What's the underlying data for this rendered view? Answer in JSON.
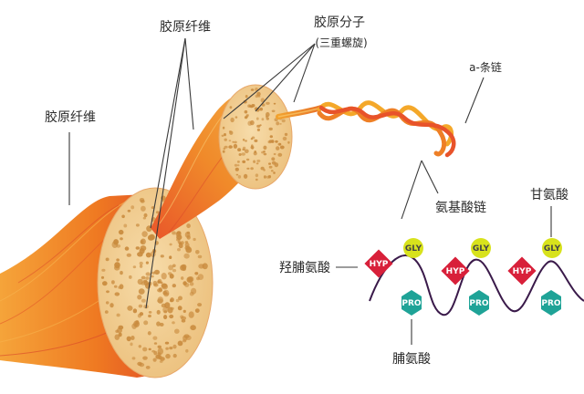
{
  "labels": {
    "fibril_top": "胶原纤维",
    "fiber_left": "胶原纤维",
    "molecule": "胶原分子",
    "triple_helix": "(三重螺旋)",
    "alpha_chain": "a-条链",
    "amino_acid_chain": "氨基酸链",
    "glycine": "甘氨酸",
    "hydroxyproline": "羟脯氨酸",
    "proline": "脯氨酸"
  },
  "badges": {
    "hyp": "HYP",
    "gly": "GLY",
    "pro": "PRO"
  },
  "colors": {
    "fiber_orange": "#f07a1e",
    "fiber_red": "#e0402a",
    "cross_section": "#f0c98a",
    "speckle": "#c98b3e",
    "hyp_red": "#d8203a",
    "gly_yellow": "#d8e21c",
    "pro_teal": "#1fa397",
    "chain_purple": "#3a1a4a"
  }
}
